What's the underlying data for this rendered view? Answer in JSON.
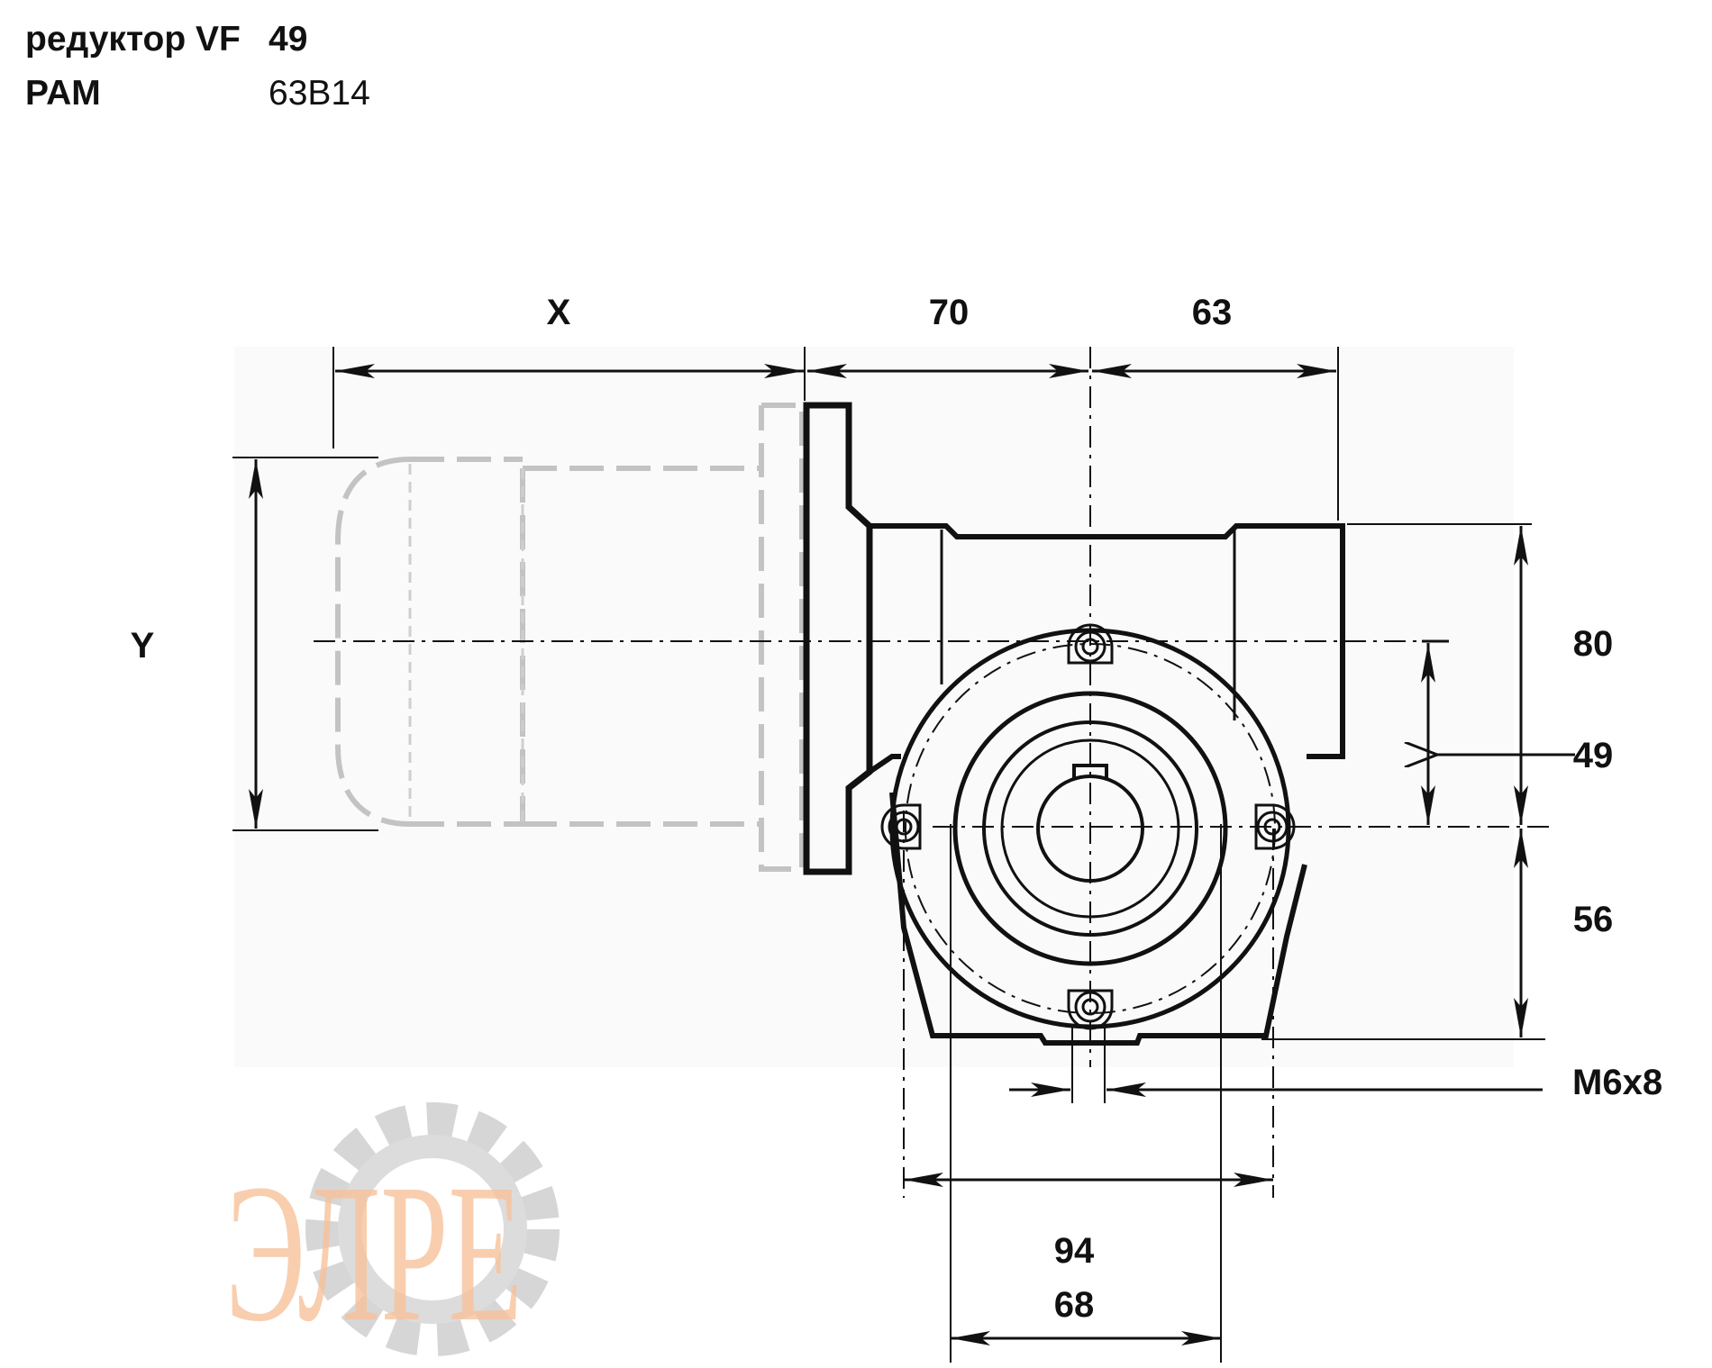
{
  "header": {
    "row1": {
      "label": "редуктор VF",
      "value": "49"
    },
    "row2": {
      "label": "PAM",
      "value": "63B14"
    }
  },
  "dimensions": {
    "x": "X",
    "y": "Y",
    "d70": "70",
    "d63": "63",
    "d80": "80",
    "d49": "49",
    "d56": "56",
    "thread": "M6x8",
    "d94": "94",
    "d68": "68"
  },
  "watermark": {
    "text": "ЭЛРЕ",
    "colors": [
      "#f6b88a",
      "#c8c8c8"
    ]
  }
}
